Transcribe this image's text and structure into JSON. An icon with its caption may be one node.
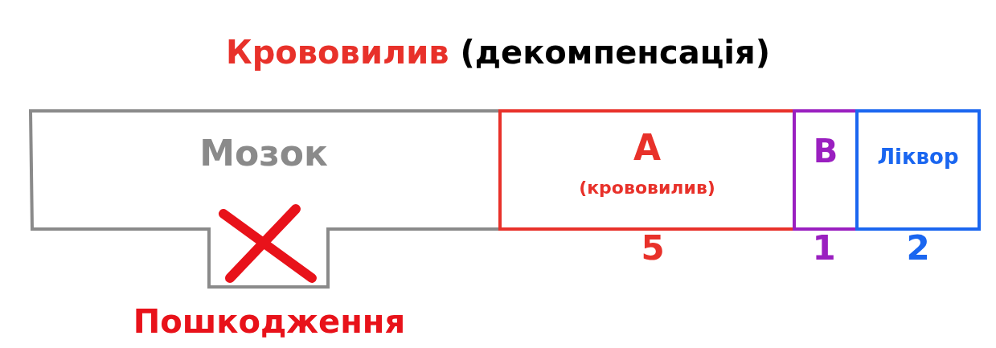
{
  "diagram": {
    "title": "**Крововилив** (декомпенсація)",
    "nodes": [
      {
        "text": [
          "Мозок"
        ]
      },
      {
        "text": [
          "A",
          "(крововилив)"
        ],
        "beside": [
          "5"
        ]
      },
      {
        "text": [
          "B"
        ],
        "beside": [
          "1"
        ]
      },
      {
        "text": [
          "Ліквор"
        ],
        "beside": [
          "2"
        ]
      }
    ],
    "labels": [
      "Пошкодження"
    ]
  }
}
